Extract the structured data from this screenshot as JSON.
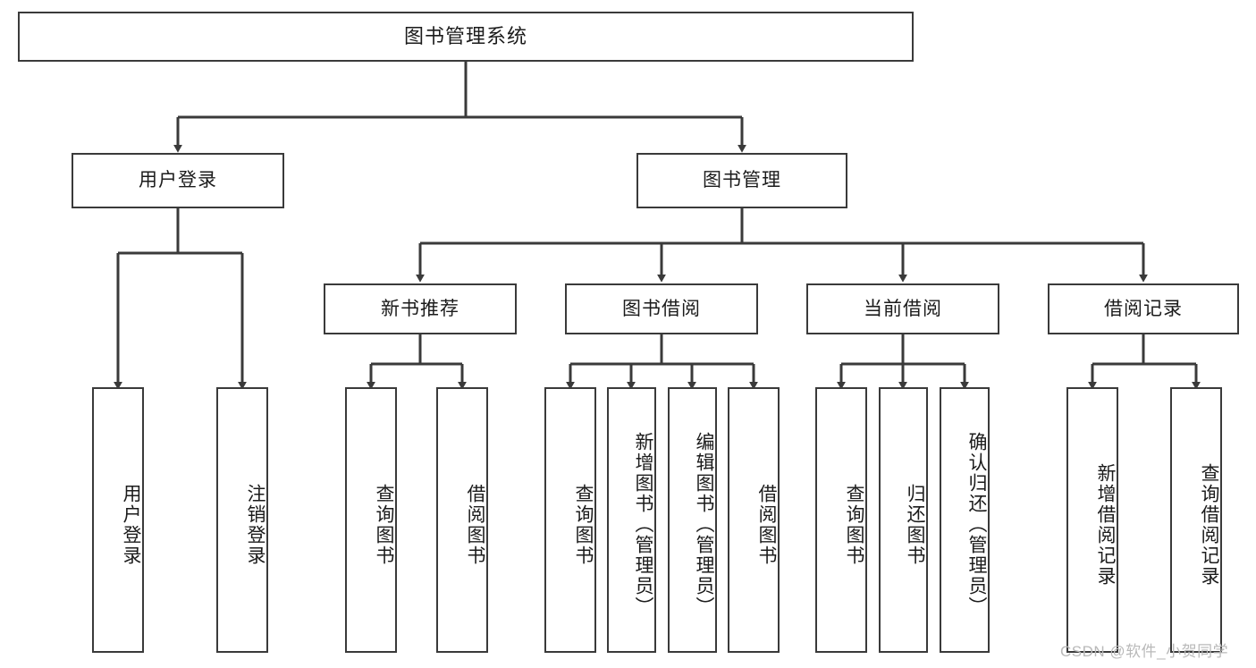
{
  "diagram": {
    "type": "tree-hierarchy",
    "title": "图书管理系统",
    "watermark": "CSDN @软件_小贺同学",
    "colors": {
      "stroke": "#3a3a3a",
      "fill": "#ffffff",
      "text": "#1b1b1b",
      "watermark": "#b9b9b9"
    },
    "levels": {
      "root": {
        "label": "图书管理系统"
      },
      "level2": [
        {
          "label": "用户登录"
        },
        {
          "label": "图书管理"
        }
      ],
      "level3": [
        {
          "label": "新书推荐"
        },
        {
          "label": "图书借阅"
        },
        {
          "label": "当前借阅"
        },
        {
          "label": "借阅记录"
        }
      ],
      "leaves": {
        "user_login": [
          {
            "label": "用户登录"
          },
          {
            "label": "注销登录"
          }
        ],
        "new_book_recommend": [
          {
            "label": "查询图书"
          },
          {
            "label": "借阅图书"
          }
        ],
        "book_borrow": [
          {
            "label": "查询图书"
          },
          {
            "label": "新增图书（管理员）"
          },
          {
            "label": "编辑图书（管理员）"
          },
          {
            "label": "借阅图书"
          }
        ],
        "current_borrow": [
          {
            "label": "查询图书"
          },
          {
            "label": "归还图书"
          },
          {
            "label": "确认归还（管理员）"
          }
        ],
        "borrow_record": [
          {
            "label": "新增借阅记录"
          },
          {
            "label": "查询借阅记录"
          }
        ]
      }
    }
  }
}
